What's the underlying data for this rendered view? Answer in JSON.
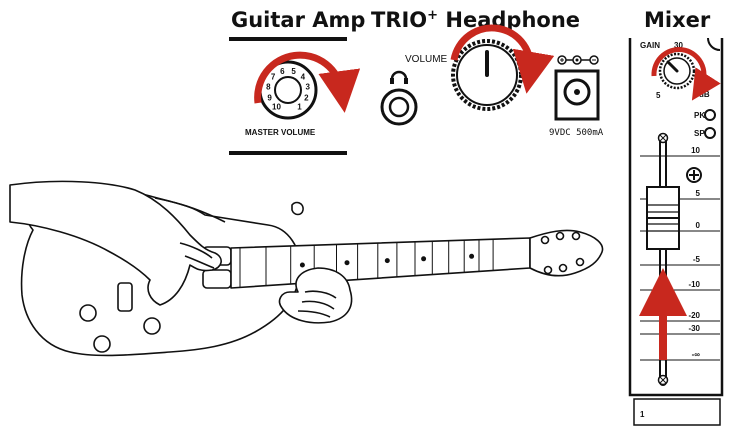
{
  "headings": {
    "guitar_amp": "Guitar Amp",
    "trio_headphone": "TRIO",
    "trio_superscript": "+",
    "trio_headphone_rest": " Headphone",
    "mixer": "Mixer"
  },
  "guitar_amp": {
    "knob_numbers": [
      "10",
      "9",
      "8",
      "7",
      "6",
      "5",
      "4",
      "3",
      "2",
      "1"
    ],
    "knob_label": "MASTER VOLUME"
  },
  "trio": {
    "volume_label": "VOLUME",
    "power_label": "9VDC 500mA"
  },
  "mixer": {
    "gain_label": "GAIN",
    "gain_scale": [
      "30",
      "5",
      "dB"
    ],
    "pk_label": "PK",
    "sp_label": "SP",
    "fader_scale": [
      "10",
      "5",
      "0",
      "-5",
      "-10",
      "-20",
      "-30",
      "-∞"
    ],
    "channel_label": "1"
  },
  "colors": {
    "arrow_red": "#c8281e",
    "ink": "#111111"
  }
}
